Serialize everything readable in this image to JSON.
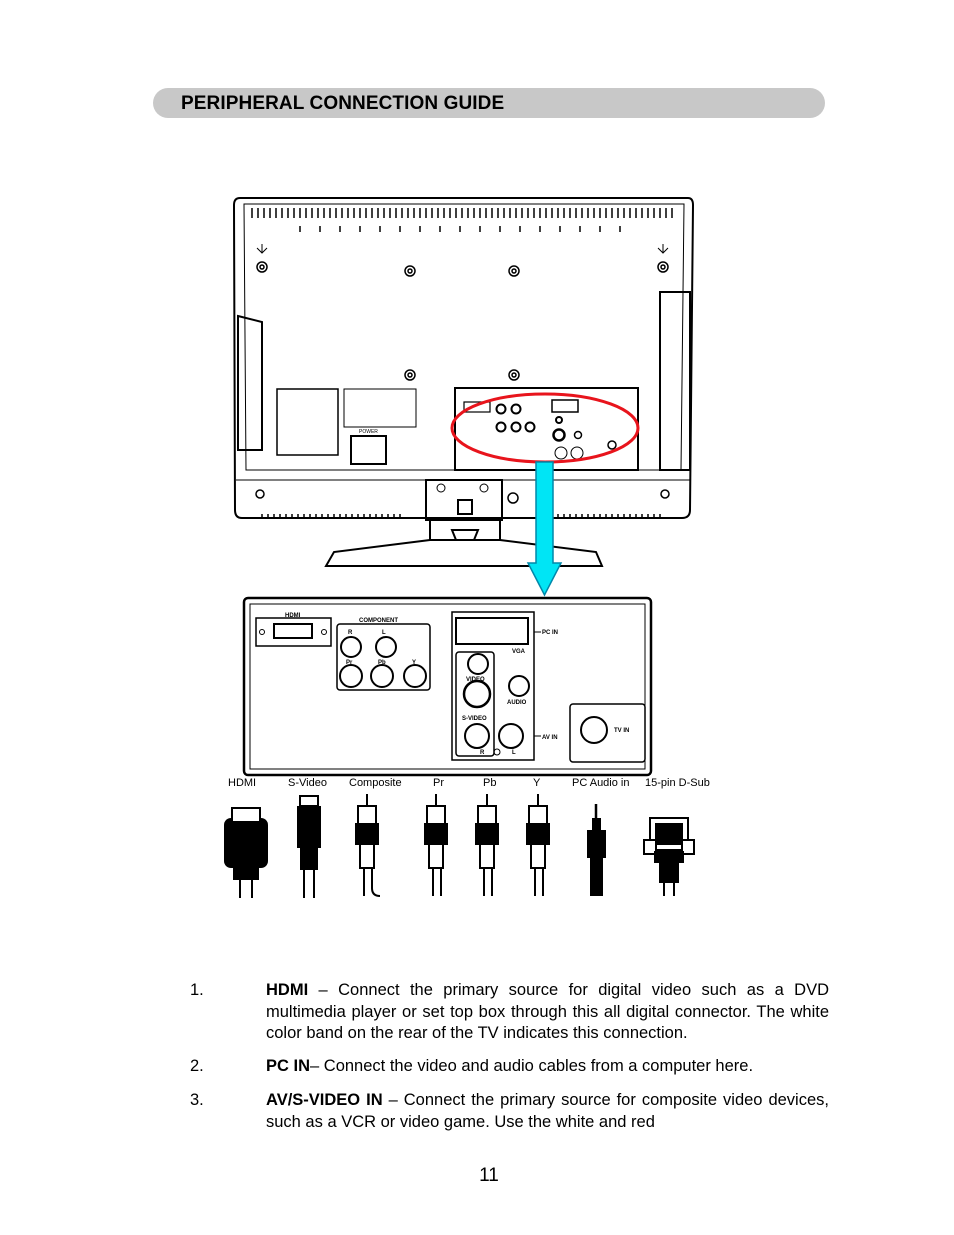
{
  "section": {
    "title": "PERIPHERAL CONNECTION GUIDE"
  },
  "figure": {
    "rear_panel_labels": {
      "power": "POWER"
    },
    "panel_labels": {
      "hdmi": "HDMI",
      "component": "COMPONENT",
      "r": "R",
      "l": "L",
      "pr": "Pr",
      "pb": "Pb",
      "y": "Y",
      "pc_in": "PC IN",
      "vga": "VGA",
      "video": "VIDEO",
      "audio": "AUDIO",
      "s_video": "S-VIDEO",
      "av_in": "AV IN",
      "tv_in": "TV IN",
      "r2": "R",
      "l2": "L"
    },
    "cable_labels": [
      "HDMI",
      "S-Video",
      "Composite",
      "Pr",
      "Pb",
      "Y",
      "PC Audio in",
      "15-pin D-Sub"
    ]
  },
  "items": [
    {
      "number": "1.",
      "term": "HDMI",
      "text": " – Connect the primary source for digital video such as a DVD multimedia player or set top box through this all digital connector. The white color band on the rear of the TV indicates this connection."
    },
    {
      "number": "2.",
      "term": "PC IN",
      "text": "– Connect the video and audio cables from a computer here."
    },
    {
      "number": "3.",
      "term": "AV/S-VIDEO IN",
      "text": " – Connect the primary source for composite video devices, such as a VCR or video game.  Use the white and red"
    }
  ],
  "page_number": "11",
  "colors": {
    "highlight_ellipse": "#e8141c",
    "arrow": "#00e5f5",
    "section_bar": "#c8c8c8"
  }
}
